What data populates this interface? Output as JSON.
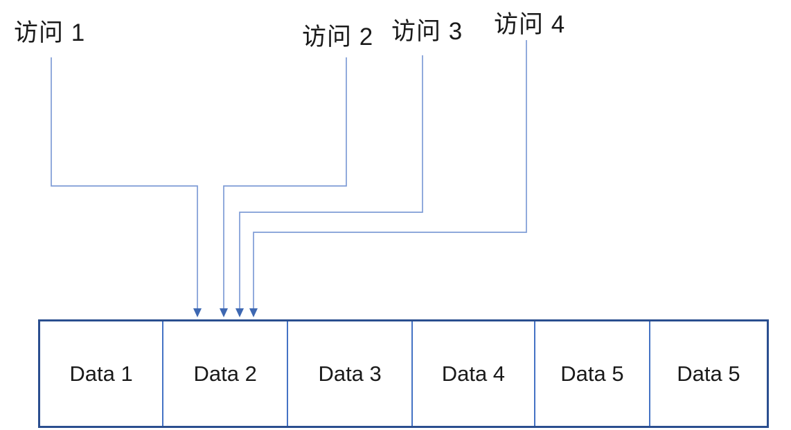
{
  "diagram": {
    "description": "Four access operations all pointing to the second element of a data array",
    "access_labels": [
      {
        "label": "访问 1"
      },
      {
        "label": "访问 2"
      },
      {
        "label": "访问 3"
      },
      {
        "label": "访问 4"
      }
    ],
    "cells": [
      {
        "label": "Data 1"
      },
      {
        "label": "Data 2"
      },
      {
        "label": "Data 3"
      },
      {
        "label": "Data 4"
      },
      {
        "label": "Data 5"
      },
      {
        "label": "Data 5"
      }
    ],
    "arrows_target_cell": "Data 2"
  },
  "colors": {
    "connector": "#7E9CD6",
    "arrowhead": "#3E68B2",
    "box_border": "#2A4E8F",
    "cell_divider": "#4472C4",
    "text": "#1A1A1A",
    "bg": "#FFFFFF"
  }
}
